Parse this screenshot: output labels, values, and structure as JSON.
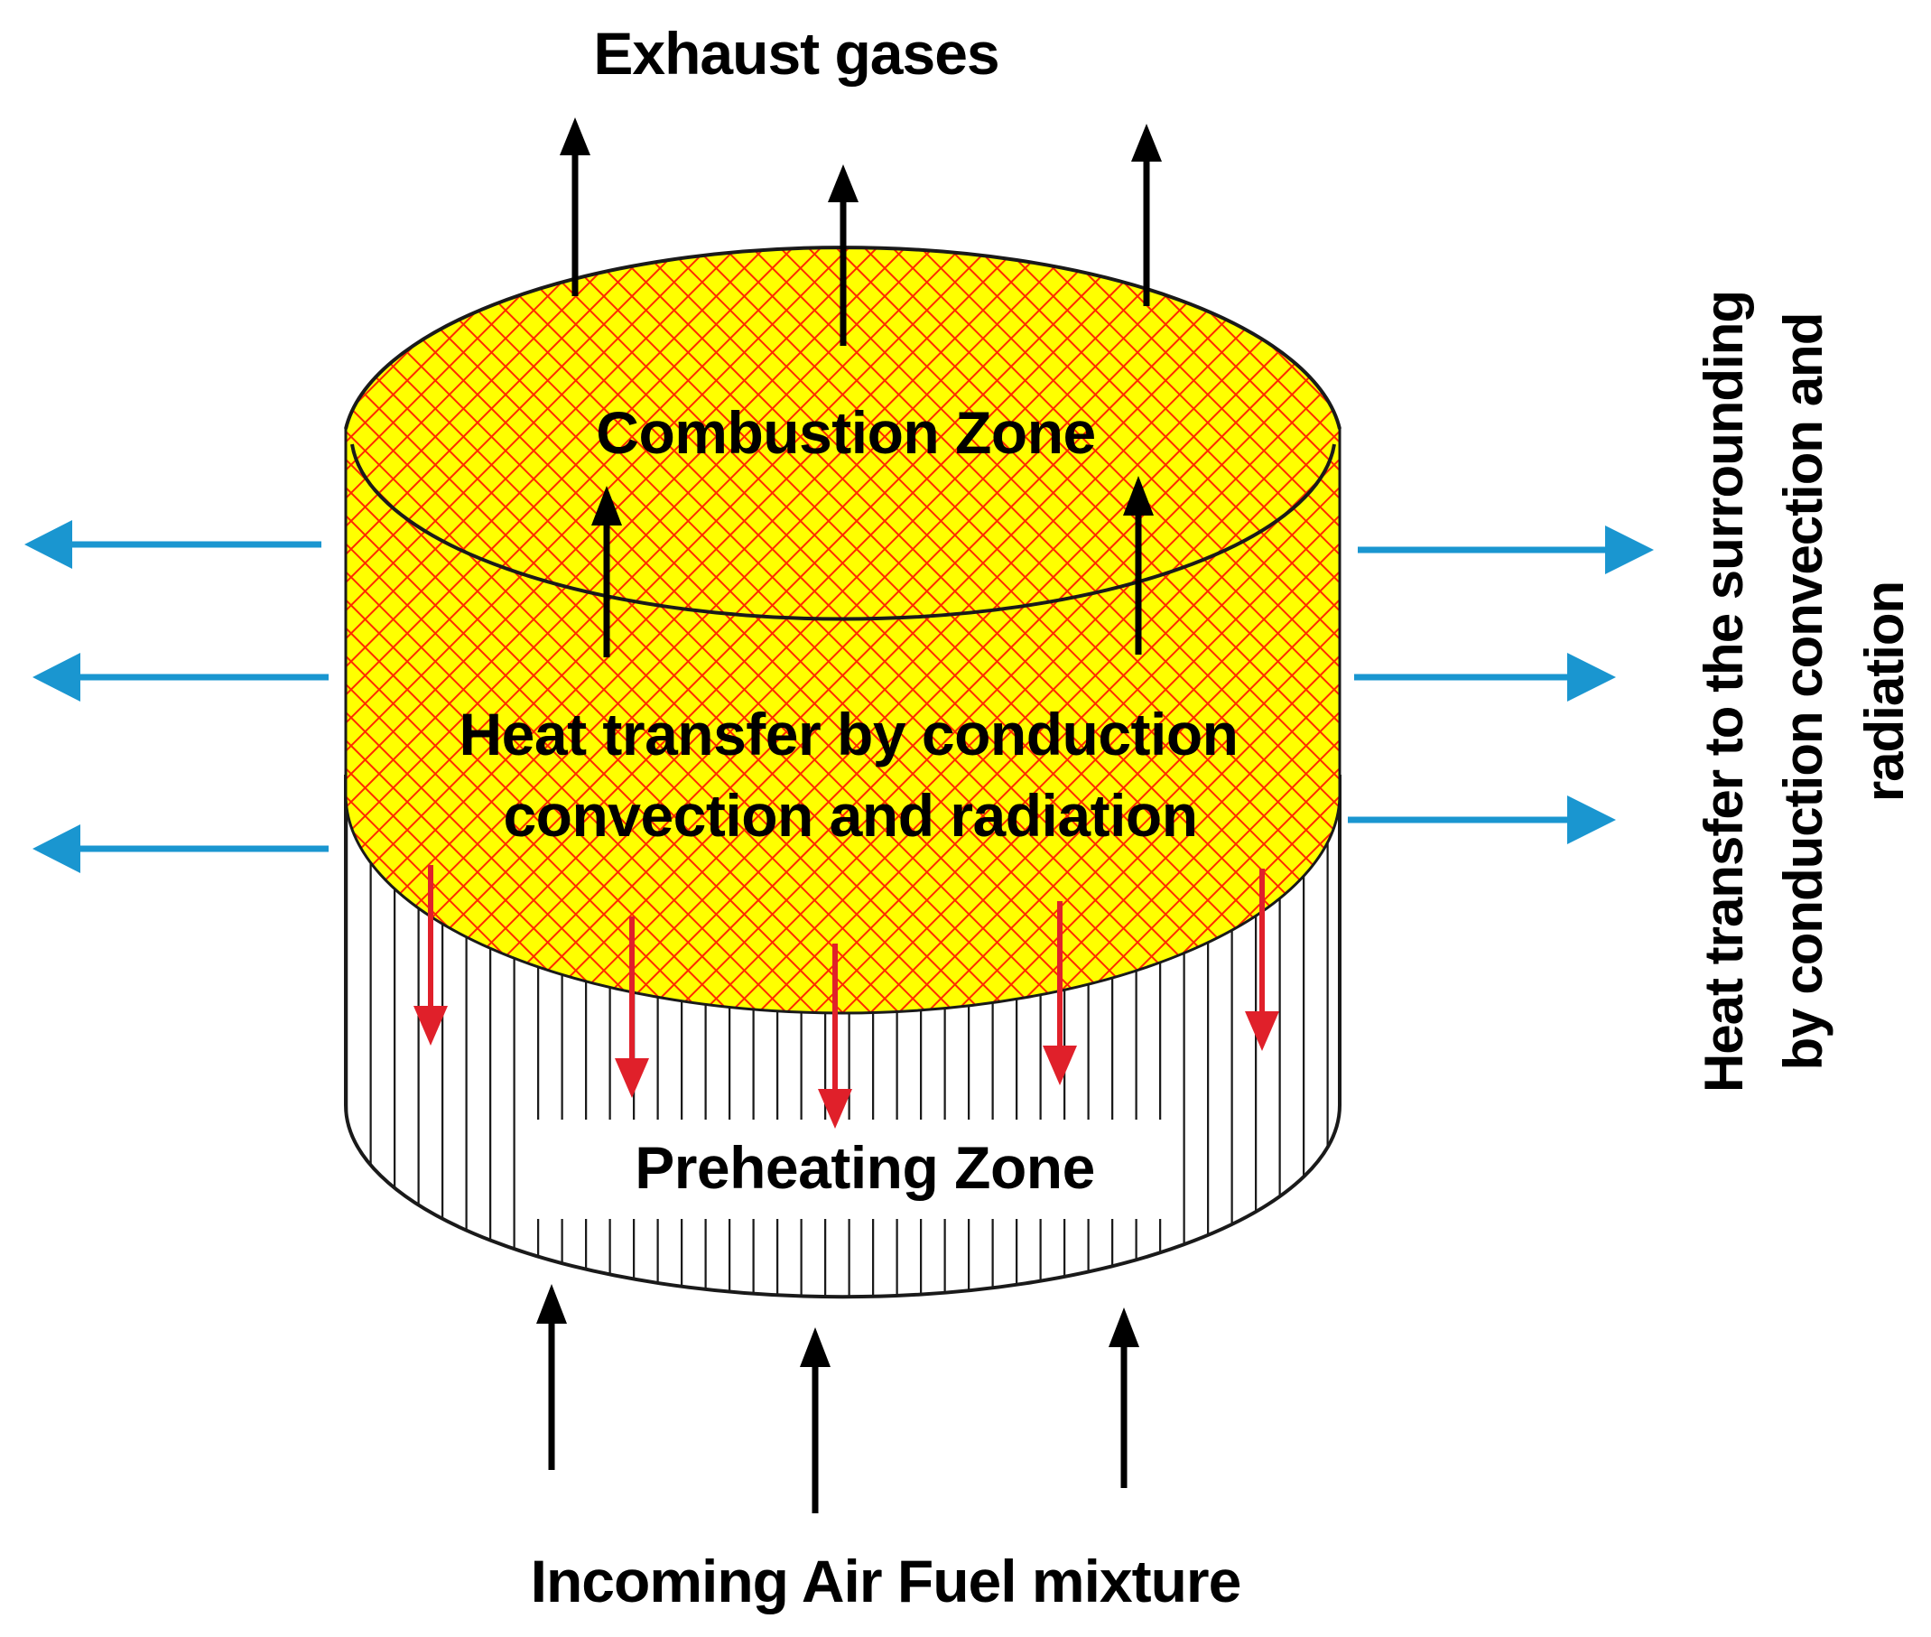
{
  "diagram": {
    "title": "Porous media burner heat transfer zones",
    "labels": {
      "exhaust": "Exhaust gases",
      "combustion_zone": "Combustion Zone",
      "heat_transfer_inner_line1": "Heat transfer by conduction",
      "heat_transfer_inner_line2": "convection and radiation",
      "preheating_zone": "Preheating Zone",
      "incoming": "Incoming Air Fuel mixture",
      "surrounding_line1": "Heat transfer to the surrounding",
      "surrounding_line2": "by conduction convection and",
      "surrounding_line3": "radiation"
    },
    "zones": [
      {
        "name": "Combustion Zone",
        "pattern": "crosshatch",
        "fill_color": "#ffff00",
        "hatch_color": "#ff2a00"
      },
      {
        "name": "Preheating Zone",
        "pattern": "vertical-lines",
        "fill_color": "#ffffff",
        "hatch_color": "#1a1a1a"
      }
    ],
    "arrows": {
      "exhaust_count": 3,
      "internal_upward_count": 2,
      "downward_heat_count": 5,
      "incoming_count": 3,
      "left_heat_loss_count": 3,
      "right_heat_loss_count": 3
    },
    "colors": {
      "flow_arrow": "#000000",
      "heat_recirculation_arrow": "#e0202a",
      "heat_loss_arrow": "#1a96d0",
      "combustion_fill": "#ffff00",
      "combustion_hatch": "#ff2a00"
    }
  }
}
